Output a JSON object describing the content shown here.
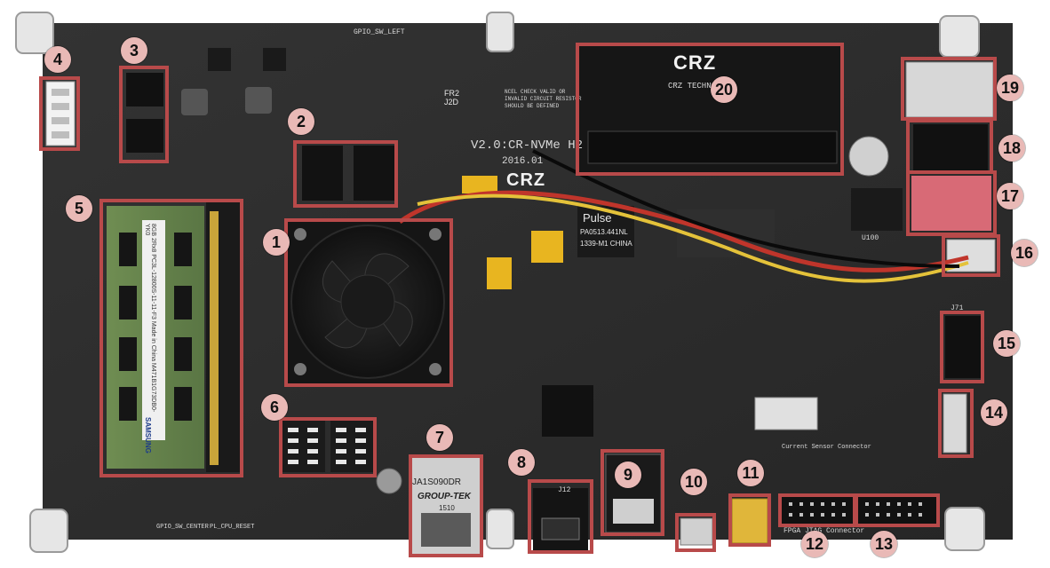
{
  "image_kind": "annotated photo of an FPGA development board",
  "colors": {
    "highlight": "#b84a4a",
    "badge_fill": "#e9b9b6",
    "pcb": "#2b2b2b",
    "silkscreen": "#d9d9d9"
  },
  "board": {
    "version_text": "V2.0:CR-NVMe H2",
    "date_text": "2016.01",
    "brand_logo": "CRZ",
    "brand_logo_2": "CRZ",
    "slot_logo": "CRZ",
    "slot_brand_text": "CRZ TECHNOLOGY",
    "nvme_note": "NCEL CHECK VALID OR INVALID CIRCUIT RESISTOR SHOULD BE DEFINED",
    "pulse_chip": {
      "brand": "Pulse",
      "part": "PA0513.441NL",
      "line2": "1339-M1 CHINA"
    },
    "inductor_marking": "FR2\nJ2D",
    "ethernet_jack": {
      "part": "JA1S090DR",
      "brand": "GROUP-TEK",
      "code": "1510"
    },
    "ram_text": "8GB 2Rx8 PC3L-12800S-11-11-F3 Made in China M471B1G73DB0-YK0",
    "ram_brand": "SAMSUNG",
    "silk_labels": {
      "gpio_sw_left": "GPIO_SW_LEFT",
      "gpio_sw_center": "GPIO_SW_CENTER",
      "pl_cpu_reset": "PL_CPU_RESET",
      "fpga_jtag": "FPGA JTAG Connector",
      "current_sensor": "Current Sensor Connector",
      "j12": "J12",
      "j71": "J71",
      "u100": "U100"
    }
  },
  "callouts": [
    {
      "id": "1",
      "label": "1"
    },
    {
      "id": "2",
      "label": "2"
    },
    {
      "id": "3",
      "label": "3"
    },
    {
      "id": "4",
      "label": "4"
    },
    {
      "id": "5",
      "label": "5"
    },
    {
      "id": "6",
      "label": "6"
    },
    {
      "id": "7",
      "label": "7"
    },
    {
      "id": "8",
      "label": "8"
    },
    {
      "id": "9",
      "label": "9"
    },
    {
      "id": "10",
      "label": "10"
    },
    {
      "id": "11",
      "label": "11"
    },
    {
      "id": "12",
      "label": "12"
    },
    {
      "id": "13",
      "label": "13"
    },
    {
      "id": "14",
      "label": "14"
    },
    {
      "id": "15",
      "label": "15"
    },
    {
      "id": "16",
      "label": "16"
    },
    {
      "id": "17",
      "label": "17"
    },
    {
      "id": "18",
      "label": "18"
    },
    {
      "id": "19",
      "label": "19"
    },
    {
      "id": "20",
      "label": "20"
    }
  ]
}
